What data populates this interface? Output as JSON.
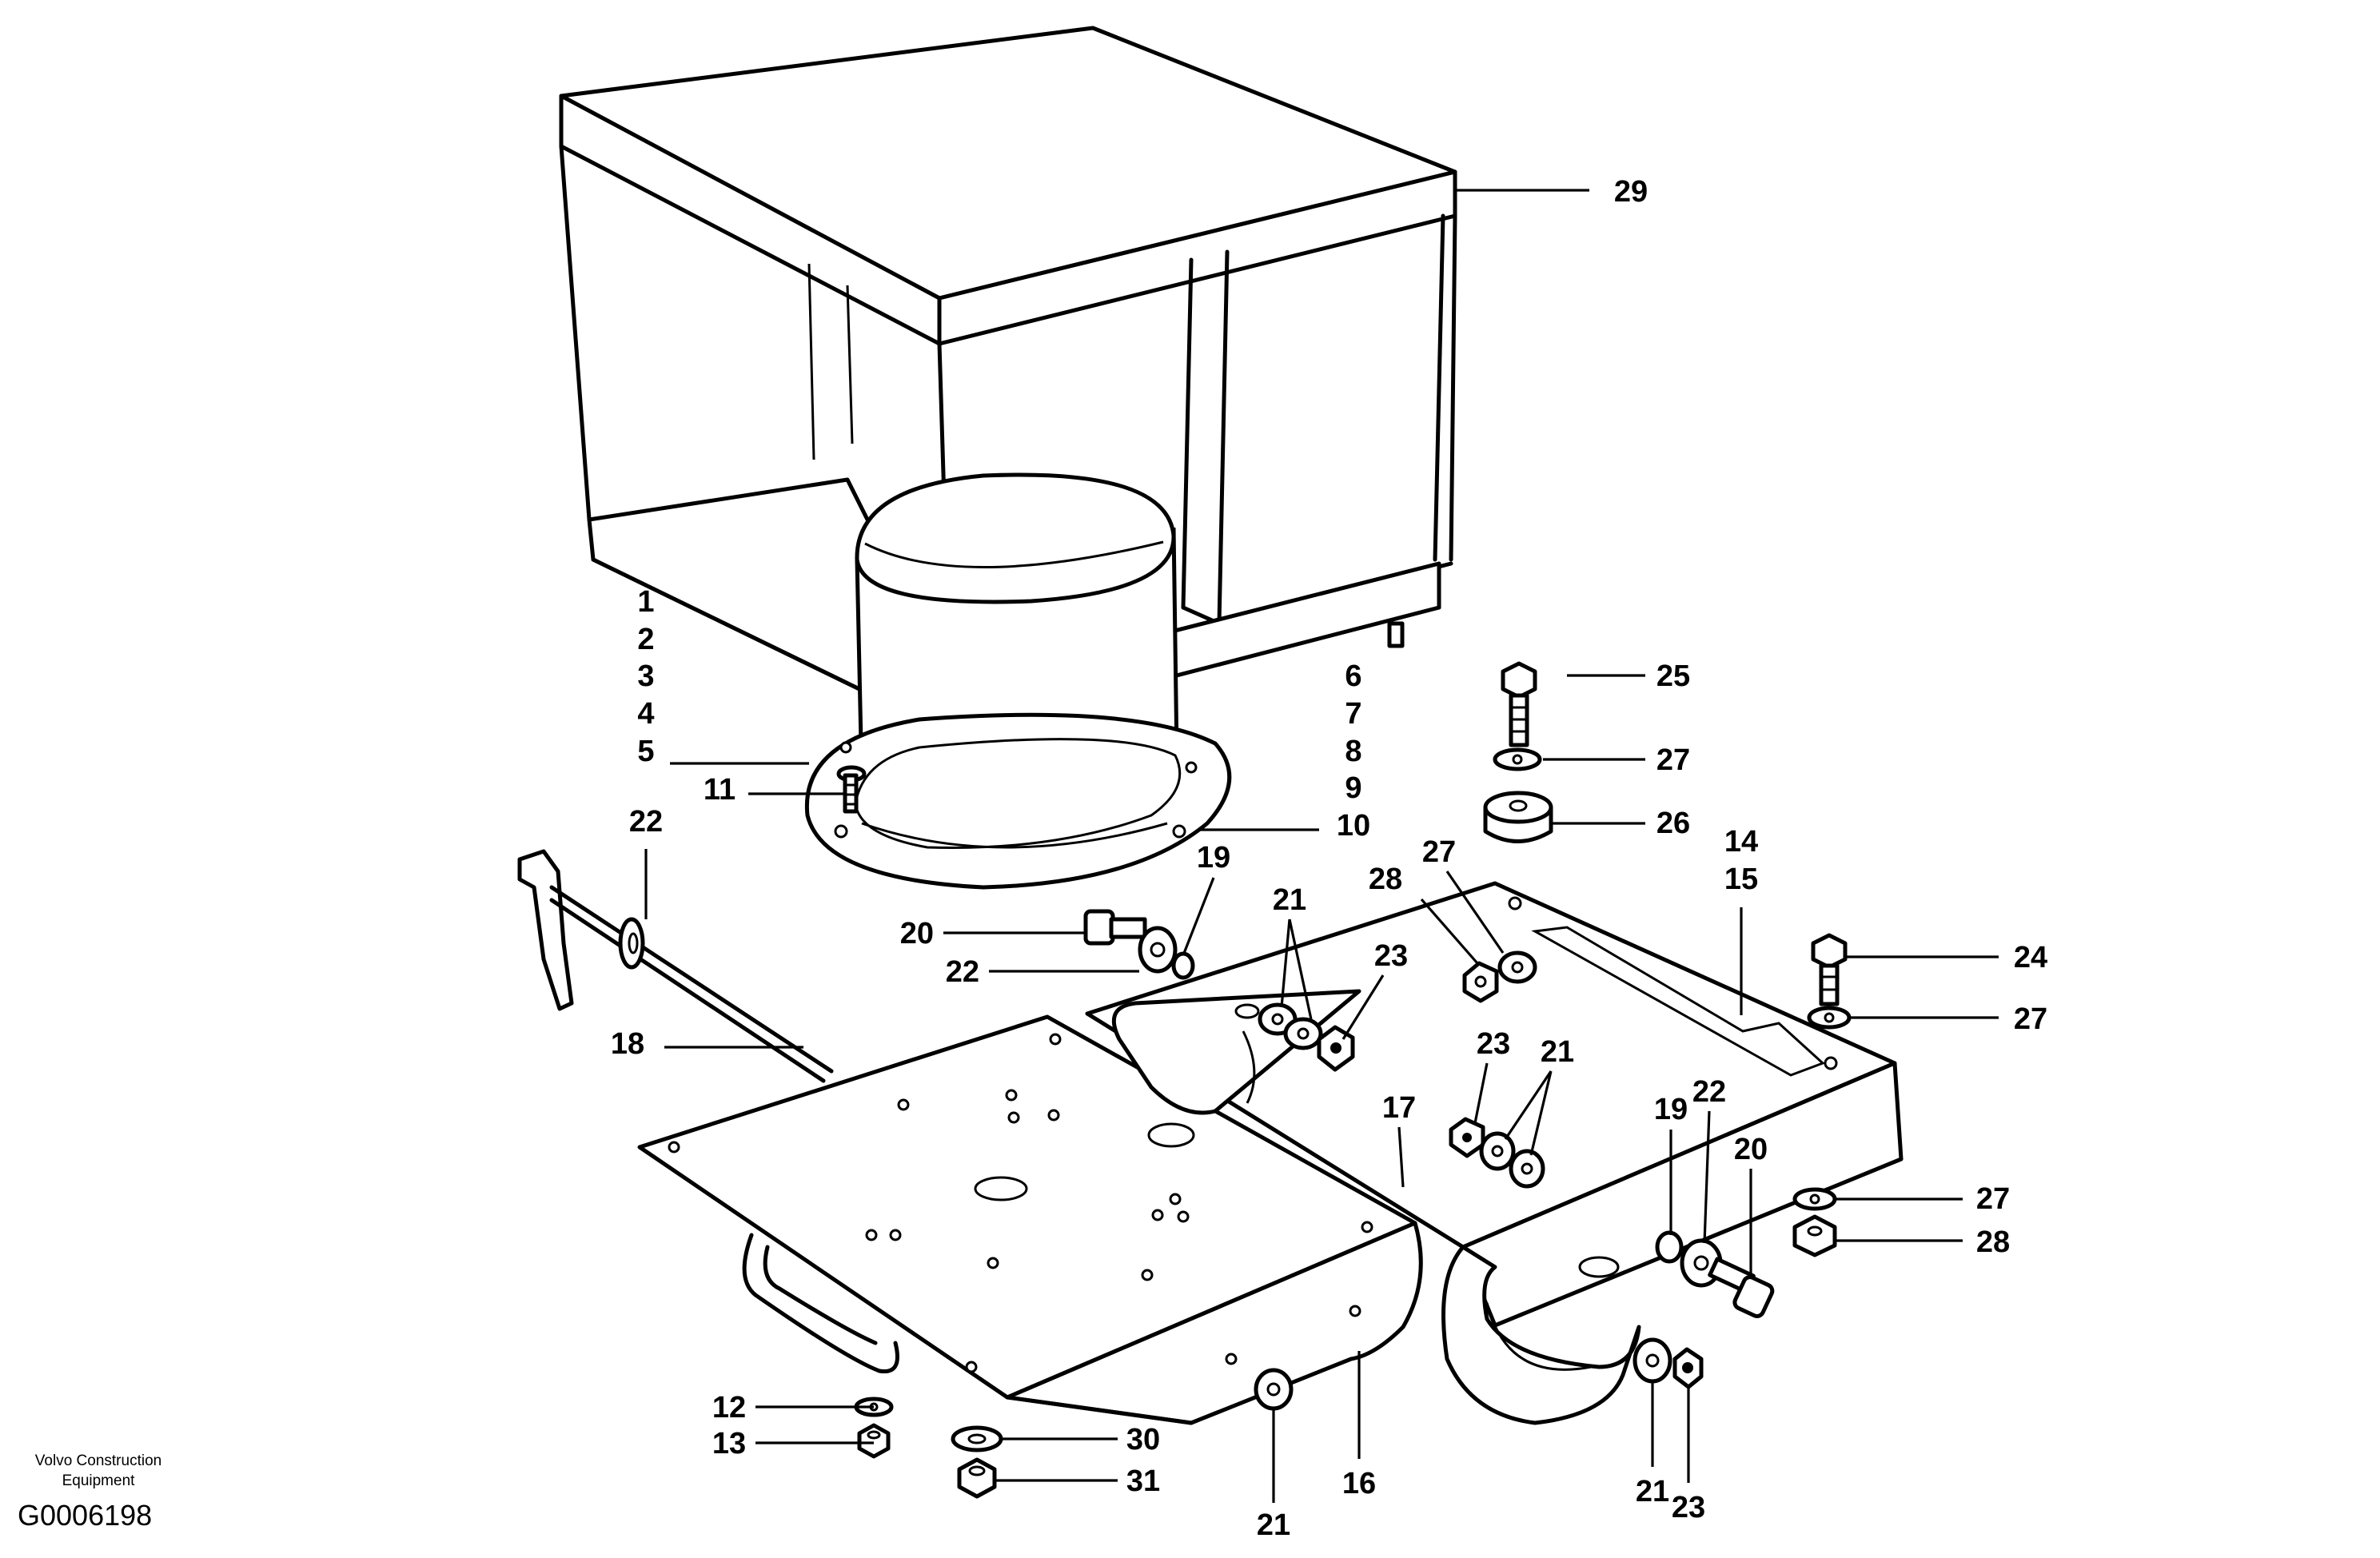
{
  "caption": {
    "manufacturer_line1": "Volvo Construction",
    "manufacturer_line2": "Equipment",
    "figure_id": "G0006198"
  },
  "callouts": {
    "c1": "1",
    "c2": "2",
    "c3": "3",
    "c4": "4",
    "c5": "5",
    "c6": "6",
    "c7": "7",
    "c8": "8",
    "c9": "9",
    "c10": "10",
    "c11": "11",
    "c12": "12",
    "c13": "13",
    "c14": "14",
    "c15": "15",
    "c16": "16",
    "c17": "17",
    "c18": "18",
    "c19a": "19",
    "c19b": "19",
    "c20a": "20",
    "c20b": "20",
    "c21a": "21",
    "c21b": "21",
    "c21c": "21",
    "c21d": "21",
    "c22a": "22",
    "c22b": "22",
    "c22c": "22",
    "c23a": "23",
    "c23b": "23",
    "c23c": "23",
    "c24": "24",
    "c25": "25",
    "c26": "26",
    "c27a": "27",
    "c27b": "27",
    "c27c": "27",
    "c27d": "27",
    "c28a": "28",
    "c28b": "28",
    "c29": "29",
    "c30": "30",
    "c31": "31"
  }
}
